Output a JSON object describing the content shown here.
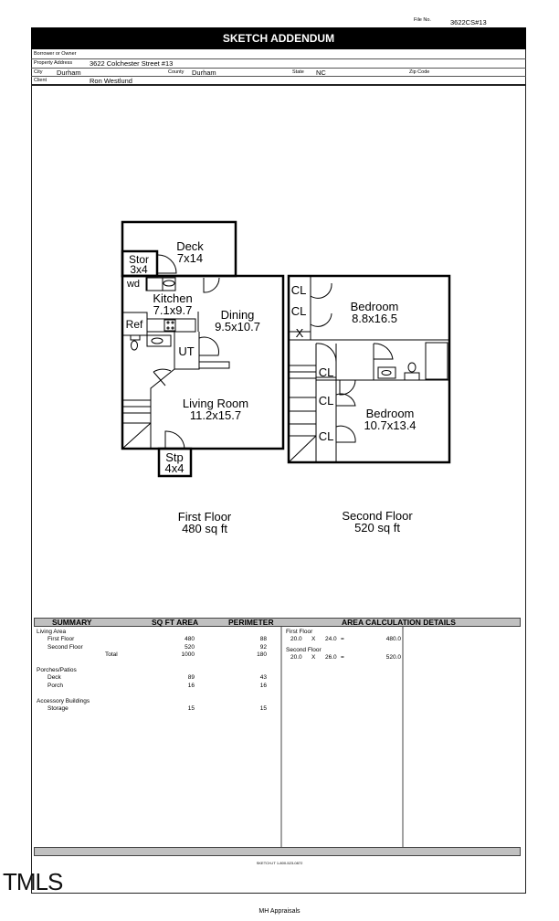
{
  "file_no": {
    "label": "File No.",
    "value": "3622CS#13"
  },
  "title": "SKETCH ADDENDUM",
  "header": {
    "borrower_label": "Borrower or Owner",
    "borrower": "",
    "address_label": "Property Address",
    "address": "3622 Colchester Street #13",
    "city_label": "City",
    "city": "Durham",
    "county_label": "County",
    "county": "Durham",
    "state_label": "State",
    "state": "NC",
    "zip_label": "Zip Code",
    "zip": "",
    "client_label": "Client",
    "client": "Ron Westlund"
  },
  "sketch": {
    "rooms": {
      "deck": [
        "Deck",
        "7x14"
      ],
      "stor": [
        "Stor",
        "3x4"
      ],
      "wd": "wd",
      "kitchen": [
        "Kitchen",
        "7.1x9.7"
      ],
      "dining": [
        "Dining",
        "9.5x10.7"
      ],
      "ref": "Ref",
      "ut": "UT",
      "living": [
        "Living Room",
        "11.2x15.7"
      ],
      "stp": [
        "Stp",
        "4x4"
      ],
      "cl": "CL",
      "x": "X",
      "bed1": [
        "Bedroom",
        "8.8x16.5"
      ],
      "bed2": [
        "Bedroom",
        "10.7x13.4"
      ]
    },
    "first_floor": [
      "First Floor",
      "480 sq ft"
    ],
    "second_floor": [
      "Second Floor",
      "520 sq ft"
    ]
  },
  "summary": {
    "headers": [
      "SUMMARY",
      "SQ FT AREA",
      "PERIMETER",
      "AREA CALCULATION DETAILS"
    ],
    "living_area": "Living Area",
    "rows_living": [
      [
        "First Floor",
        "480",
        "88"
      ],
      [
        "Second Floor",
        "520",
        "92"
      ]
    ],
    "total": [
      "Total",
      "1000",
      "180"
    ],
    "porches": "Porches/Patios",
    "rows_porches": [
      [
        "Deck",
        "89",
        "43"
      ],
      [
        "Porch",
        "16",
        "16"
      ]
    ],
    "accessory": "Accessory Buildings",
    "rows_accessory": [
      [
        "Storage",
        "15",
        "15"
      ]
    ],
    "calc": [
      {
        "name": "First Floor",
        "a": "20.0",
        "x": "X",
        "b": "24.0",
        "eq": "=",
        "result": "480.0"
      },
      {
        "name": "Second Floor",
        "a": "20.0",
        "x": "X",
        "b": "26.0",
        "eq": "=",
        "result": "520.0"
      }
    ]
  },
  "footer": {
    "sketch_credit": "SKETCH-IT 1-800-523-0872",
    "company": "MH Appraisals",
    "watermark": "TMLS"
  }
}
